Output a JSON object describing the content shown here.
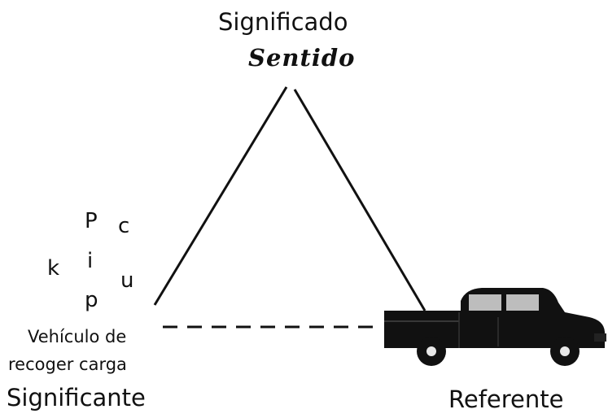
{
  "diagram": {
    "apex": {
      "title": "Significado",
      "subtitle": "Sentido"
    },
    "left_vertex": {
      "letters": [
        "P",
        "c",
        "k",
        "i",
        "u",
        "p"
      ],
      "description_lines": [
        "Vehículo de",
        "recoger carga"
      ],
      "title": "Significante"
    },
    "right_vertex": {
      "title": "Referente",
      "image": "pickup-truck-icon"
    },
    "edges": {
      "apex_to_left": "solid",
      "apex_to_right": "solid",
      "left_to_right": "dashed"
    }
  }
}
